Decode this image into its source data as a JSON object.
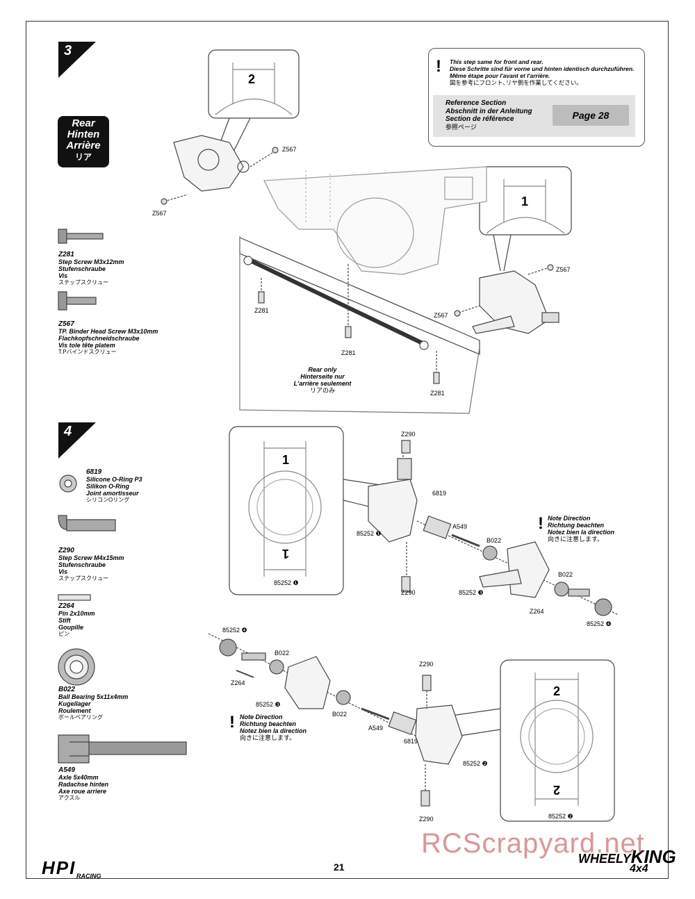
{
  "step3": {
    "number": "3",
    "rear_badge": [
      "Rear",
      "Hinten",
      "Arrière",
      "リア"
    ],
    "note": {
      "lines": [
        "This step same for front and rear.",
        "Diese Schritte sind für vorne und hinten identisch durchzuführen.",
        "Même étape pour l'avant et l'arrière."
      ],
      "jp": "図を参考にフロント､リヤ側を作業してください｡"
    },
    "reference": {
      "lines": [
        "Reference Section",
        "Abschnitt in der Anleitung",
        "Section de référence"
      ],
      "jp": "参照ページ",
      "page": "Page 28"
    },
    "parts": [
      {
        "code": "Z281",
        "lines": [
          "Step Screw M3x12mm",
          "Stufenschraube",
          "Vis"
        ],
        "jp": "ステップスクリュー"
      },
      {
        "code": "Z567",
        "lines": [
          "TP. Binder Head Screw M3x10mm",
          "Flachkopfschneidschraube",
          "Vis tole tête platem"
        ],
        "jp": "T.Pバインドスクリュー"
      }
    ],
    "callouts": {
      "a": "2",
      "b": "1"
    },
    "labels": {
      "z567": "Z567",
      "z281": "Z281"
    },
    "rear_only": {
      "lines": [
        "Rear only",
        "Hinterseite nur",
        "L'arrière seulement"
      ],
      "jp": "リアのみ"
    }
  },
  "step4": {
    "number": "4",
    "parts": [
      {
        "code": "6819",
        "lines": [
          "Silicone O-Ring P3",
          "Silikon O-Ring",
          "Joint amortisseur"
        ],
        "jp": "シリコンOリング"
      },
      {
        "code": "Z290",
        "lines": [
          "Step Screw M4x15mm",
          "Stufenschraube",
          "Vis"
        ],
        "jp": "ステップスクリュー"
      },
      {
        "code": "Z264",
        "lines": [
          "Pin 2x10mm",
          "Stift",
          "Goupille"
        ],
        "jp": "ピン"
      },
      {
        "code": "B022",
        "lines": [
          "Ball Bearing 5x11x4mm",
          "Kugellager",
          "Roulement"
        ],
        "jp": "ボールベアリング"
      },
      {
        "code": "A549",
        "lines": [
          "Axle 5x40mm",
          "Radachse hinten",
          "Axe roue arriere"
        ],
        "jp": "アクスル"
      }
    ],
    "note_direction": {
      "lines": [
        "Note Direction",
        "Richtung beachten",
        "Notez bien la direction"
      ],
      "jp": "向きに注意します。"
    },
    "labels": {
      "z290": "Z290",
      "p6819": "6819",
      "a549": "A549",
      "b022": "B022",
      "z264": "Z264",
      "p85252_1": "85252 ❶",
      "p85252_2": "85252 ❷",
      "p85252_3": "85252 ❸",
      "p85252_4": "85252 ❹"
    },
    "callout_marks": {
      "one": "1",
      "two": "2"
    }
  },
  "footer": {
    "page_number": "21",
    "brand": "HPI",
    "brand_sub": "RACING",
    "product": "WHEELY",
    "product_k": "KING",
    "product_x": "4x4",
    "watermark": "RCScrapyard.net"
  }
}
